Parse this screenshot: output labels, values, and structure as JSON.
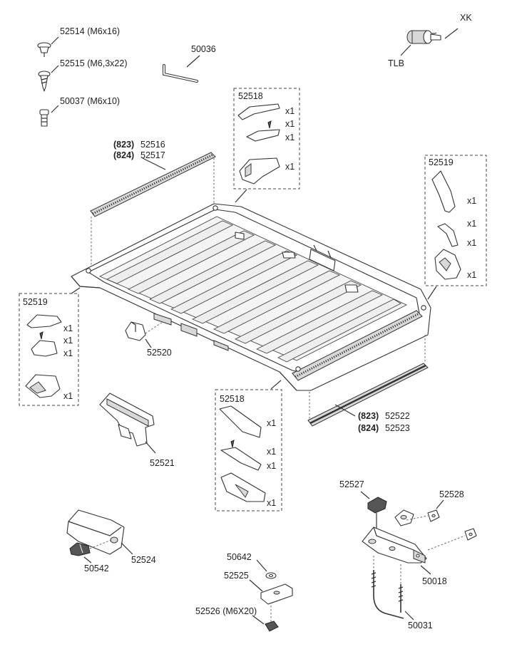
{
  "parts": {
    "p52514": "52514 (M6x16)",
    "p52515": "52515 (M6,3x22)",
    "p50037": "50037 (M6x10)",
    "p50036": "50036",
    "p52518_top": "52518",
    "p52518_bottom": "52518",
    "p52519_right": "52519",
    "p52519_left": "52519",
    "xk": "XK",
    "tlb": "TLB",
    "p52516_model": "(823)",
    "p52516_num": "52516",
    "p52517_model": "(824)",
    "p52517_num": "52517",
    "p52522_model": "(823)",
    "p52522_num": "52522",
    "p52523_model": "(824)",
    "p52523_num": "52523",
    "p52520": "52520",
    "p52521": "52521",
    "p52524": "52524",
    "p50542": "50542",
    "p50642": "50642",
    "p52525": "52525",
    "p52526": "52526 (M6X20)",
    "p52527": "52527",
    "p52528": "52528",
    "p50018": "50018",
    "p50031": "50031"
  },
  "qty": "x1"
}
